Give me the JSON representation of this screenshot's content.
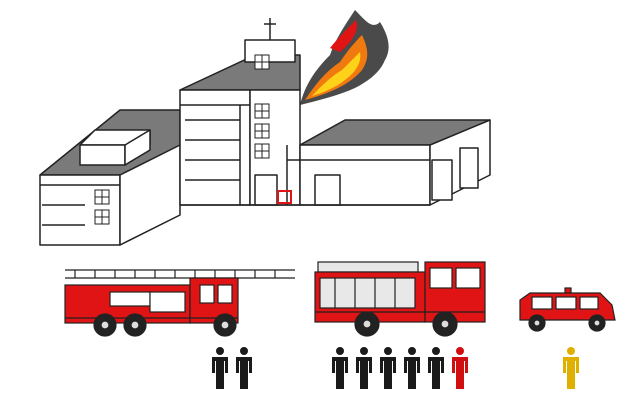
{
  "scene": {
    "building": {
      "label": "",
      "fire": true
    },
    "vehicles": [
      {
        "kind": "turntable-ladder-truck",
        "crew": [
          {
            "role": "crew",
            "color": "#1a1a1a"
          },
          {
            "role": "crew",
            "color": "#1a1a1a"
          }
        ]
      },
      {
        "kind": "fire-engine",
        "crew": [
          {
            "role": "crew",
            "color": "#1a1a1a"
          },
          {
            "role": "crew",
            "color": "#1a1a1a"
          },
          {
            "role": "crew",
            "color": "#1a1a1a"
          },
          {
            "role": "crew",
            "color": "#1a1a1a"
          },
          {
            "role": "crew",
            "color": "#1a1a1a"
          },
          {
            "role": "leader",
            "color": "#d01010"
          }
        ]
      },
      {
        "kind": "command-car",
        "crew": [
          {
            "role": "commander",
            "color": "#e0b000"
          }
        ]
      }
    ],
    "colors": {
      "truck_red": "#e01414",
      "outline": "#222222",
      "roof": "#7a7a7a",
      "flame_orange": "#f07a10",
      "flame_yellow": "#ffd21a"
    }
  }
}
